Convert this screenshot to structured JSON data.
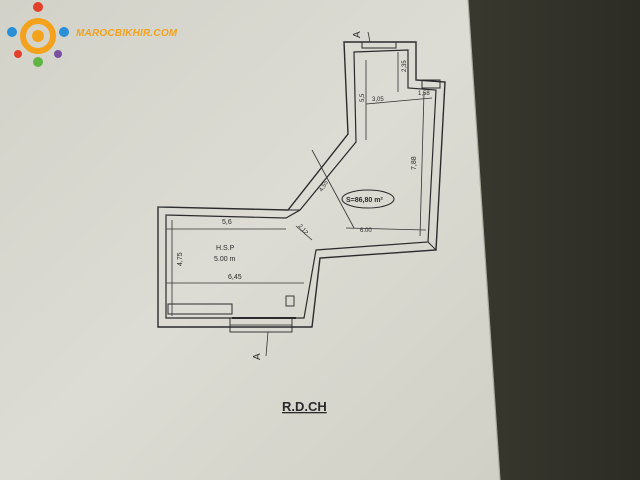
{
  "watermark": {
    "brand_text": "MAROCBIKHIR.COM",
    "colors": {
      "orange": "#f4a21c",
      "red": "#e2402a",
      "blue": "#2a8fd6",
      "green": "#5fb544",
      "purple": "#7b4fa0"
    }
  },
  "plan": {
    "title": "R.D.CH",
    "section_marks": [
      "A",
      "A"
    ],
    "room_label": "H.S.P",
    "room_height": "5.00 m",
    "surface": "S=86,80 m²",
    "dimensions": [
      "5,6",
      "4,75",
      "6,45",
      "2,12",
      "4,55",
      "5,5",
      "3,05",
      "1,58",
      "2,35",
      "7,88",
      "6.00"
    ]
  },
  "colors": {
    "paper": "#d9d9d1",
    "line": "#2b2b2b",
    "shadow": "#3a3a30"
  }
}
